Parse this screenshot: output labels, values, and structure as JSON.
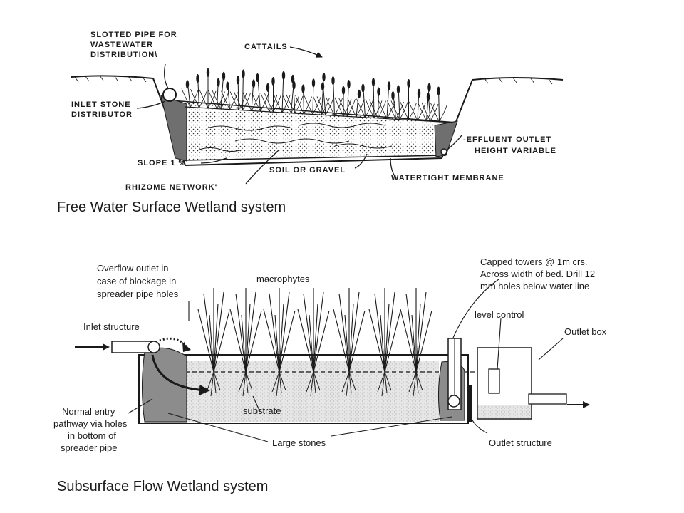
{
  "free_water": {
    "labels": {
      "slotted_pipe_1": "SLOTTED PIPE FOR",
      "slotted_pipe_2": "WASTEWATER",
      "slotted_pipe_3": "DISTRIBUTION\\",
      "cattails": "CATTAILS",
      "inlet_stone_1": "INLET STONE",
      "inlet_stone_2": "DISTRIBUTOR",
      "effluent_1": "-EFFLUENT OUTLET",
      "effluent_2": "HEIGHT VARIABLE",
      "slope": "SLOPE 1 %",
      "soil": "SOIL OR GRAVEL",
      "membrane": "WATERTIGHT MEMBRANE",
      "rhizome": "RHIZOME NETWORK'"
    },
    "caption": "Free Water Surface Wetland system"
  },
  "subsurface": {
    "labels": {
      "overflow_1": "Overflow outlet in",
      "overflow_2": "case of blockage in",
      "overflow_3": "spreader pipe holes",
      "macrophytes": "macrophytes",
      "capped_1": "Capped towers @ 1m crs.",
      "capped_2": "Across width of bed. Drill 12",
      "capped_3": "mm holes below water line",
      "level_control": "level control",
      "outlet_box": "Outlet box",
      "inlet_structure": "Inlet structure",
      "normal_1": "Normal entry",
      "normal_2": "pathway via holes",
      "normal_3": "in bottom of",
      "normal_4": "spreader pipe",
      "substrate": "substrate",
      "large_stones": "Large stones",
      "outlet_structure": "Outlet structure"
    },
    "caption": "Subsurface Flow Wetland system"
  },
  "colors": {
    "ink": "#1a1a1a",
    "gravel": "#d9d9d9",
    "stones": "#8c8c8c"
  }
}
